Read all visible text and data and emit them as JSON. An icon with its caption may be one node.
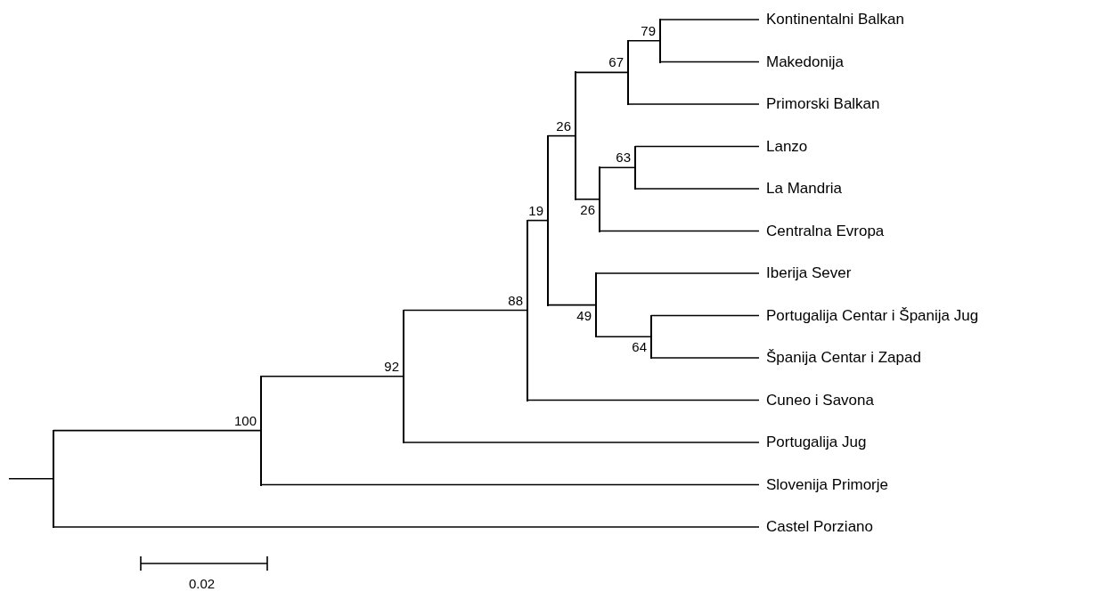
{
  "diagram": {
    "nodes": [
      {
        "text": [
          "Kontinentalni Balkan"
        ]
      },
      {
        "text": [
          "Makedonija"
        ]
      },
      {
        "text": [
          "Primorski Balkan"
        ]
      },
      {
        "text": [
          "Lanzo"
        ]
      },
      {
        "text": [
          "La Mandria"
        ]
      },
      {
        "text": [
          "Centralna Evropa"
        ]
      },
      {
        "text": [
          "Iberija Sever"
        ]
      },
      {
        "text": [
          "Portugalija Centar i Španija Jug"
        ]
      },
      {
        "text": [
          "Španija Centar i Zapad"
        ]
      },
      {
        "text": [
          "Cuneo i Savona"
        ]
      },
      {
        "text": [
          "Portugalija Jug"
        ]
      },
      {
        "text": [
          "Slovenija Primorje"
        ]
      },
      {
        "text": [
          "Castel Porziano"
        ]
      },
      {
        "text": [],
        "shape": "bar",
        "beside": [
          "79"
        ]
      },
      {
        "text": [],
        "shape": "bar",
        "beside": [
          "67"
        ]
      },
      {
        "text": [],
        "shape": "bar",
        "beside": [
          "63"
        ]
      },
      {
        "text": [],
        "shape": "bar",
        "beside": [
          "26"
        ]
      },
      {
        "text": [],
        "shape": "bar",
        "beside": [
          "26"
        ]
      },
      {
        "text": [],
        "shape": "bar",
        "beside": [
          "64"
        ]
      },
      {
        "text": [],
        "shape": "bar",
        "beside": [
          "49"
        ]
      },
      {
        "text": [],
        "shape": "bar",
        "beside": [
          "19"
        ]
      },
      {
        "text": [],
        "shape": "bar",
        "beside": [
          "88"
        ]
      },
      {
        "text": [],
        "shape": "bar",
        "beside": [
          "92"
        ]
      },
      {
        "text": [],
        "shape": "bar",
        "beside": [
          "100"
        ]
      },
      {
        "text": [],
        "shape": "bar"
      }
    ],
    "edges": [
      {
        "from": 13,
        "to": 0,
        "arrow": "none"
      },
      {
        "from": 13,
        "to": 1,
        "arrow": "none"
      },
      {
        "from": 14,
        "to": 13,
        "arrow": "none"
      },
      {
        "from": 14,
        "to": 2,
        "arrow": "none"
      },
      {
        "from": 15,
        "to": 3,
        "arrow": "none"
      },
      {
        "from": 15,
        "to": 4,
        "arrow": "none"
      },
      {
        "from": 16,
        "to": 15,
        "arrow": "none"
      },
      {
        "from": 16,
        "to": 5,
        "arrow": "none"
      },
      {
        "from": 17,
        "to": 14,
        "arrow": "none"
      },
      {
        "from": 17,
        "to": 16,
        "arrow": "none"
      },
      {
        "from": 18,
        "to": 7,
        "arrow": "none"
      },
      {
        "from": 18,
        "to": 8,
        "arrow": "none"
      },
      {
        "from": 19,
        "to": 6,
        "arrow": "none"
      },
      {
        "from": 19,
        "to": 18,
        "arrow": "none"
      },
      {
        "from": 20,
        "to": 17,
        "arrow": "none"
      },
      {
        "from": 20,
        "to": 19,
        "arrow": "none"
      },
      {
        "from": 21,
        "to": 20,
        "arrow": "none"
      },
      {
        "from": 21,
        "to": 9,
        "arrow": "none"
      },
      {
        "from": 22,
        "to": 21,
        "arrow": "none"
      },
      {
        "from": 22,
        "to": 10,
        "arrow": "none"
      },
      {
        "from": 23,
        "to": 22,
        "arrow": "none"
      },
      {
        "from": 23,
        "to": 11,
        "arrow": "none"
      },
      {
        "from": 24,
        "to": 23,
        "arrow": "none"
      },
      {
        "from": 24,
        "to": 12,
        "arrow": "none"
      },
      {
        "from": null,
        "to": 24,
        "arrow": "none"
      }
    ],
    "labels": [
      "0.02"
    ]
  }
}
